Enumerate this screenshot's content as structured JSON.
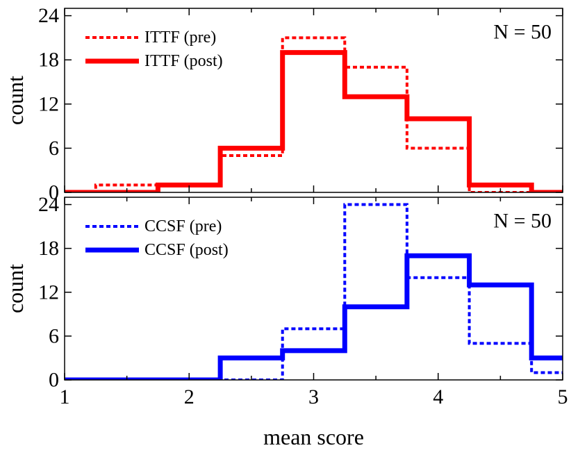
{
  "chart_data": [
    {
      "type": "line",
      "subtype": "step-histogram",
      "title": "",
      "annotation": "N = 50",
      "xlabel": "",
      "ylabel": "count",
      "xlim": [
        1,
        5
      ],
      "ylim": [
        0,
        25
      ],
      "xticks": [
        1,
        2,
        3,
        4,
        5
      ],
      "yticks": [
        0,
        6,
        12,
        18,
        24
      ],
      "show_x_tick_labels": false,
      "grid": false,
      "legend_position": "top-left",
      "bin_edges": [
        1,
        1.25,
        1.75,
        2.25,
        2.75,
        3.25,
        3.75,
        4.25,
        4.75,
        5
      ],
      "series": [
        {
          "name": "ITTF (pre)",
          "color": "#ff0000",
          "style": "dotted",
          "values": [
            0,
            1,
            1,
            5,
            21,
            17,
            6,
            0,
            0
          ]
        },
        {
          "name": "ITTF (post)",
          "color": "#ff0000",
          "style": "solid",
          "values": [
            0,
            0,
            1,
            6,
            19,
            13,
            10,
            1,
            0
          ]
        }
      ]
    },
    {
      "type": "line",
      "subtype": "step-histogram",
      "title": "",
      "annotation": "N = 50",
      "xlabel": "mean score",
      "ylabel": "count",
      "xlim": [
        1,
        5
      ],
      "ylim": [
        0,
        25
      ],
      "xticks": [
        1,
        2,
        3,
        4,
        5
      ],
      "yticks": [
        0,
        6,
        12,
        18,
        24
      ],
      "show_x_tick_labels": true,
      "grid": false,
      "legend_position": "top-left",
      "bin_edges": [
        1,
        1.25,
        1.75,
        2.25,
        2.75,
        3.25,
        3.75,
        4.25,
        4.75,
        5
      ],
      "series": [
        {
          "name": "CCSF (pre)",
          "color": "#0000ff",
          "style": "dotted",
          "values": [
            0,
            0,
            0,
            0,
            7,
            24,
            14,
            5,
            1
          ]
        },
        {
          "name": "CCSF (post)",
          "color": "#0000ff",
          "style": "solid",
          "values": [
            0,
            0,
            0,
            3,
            4,
            10,
            17,
            13,
            3
          ]
        }
      ]
    }
  ]
}
